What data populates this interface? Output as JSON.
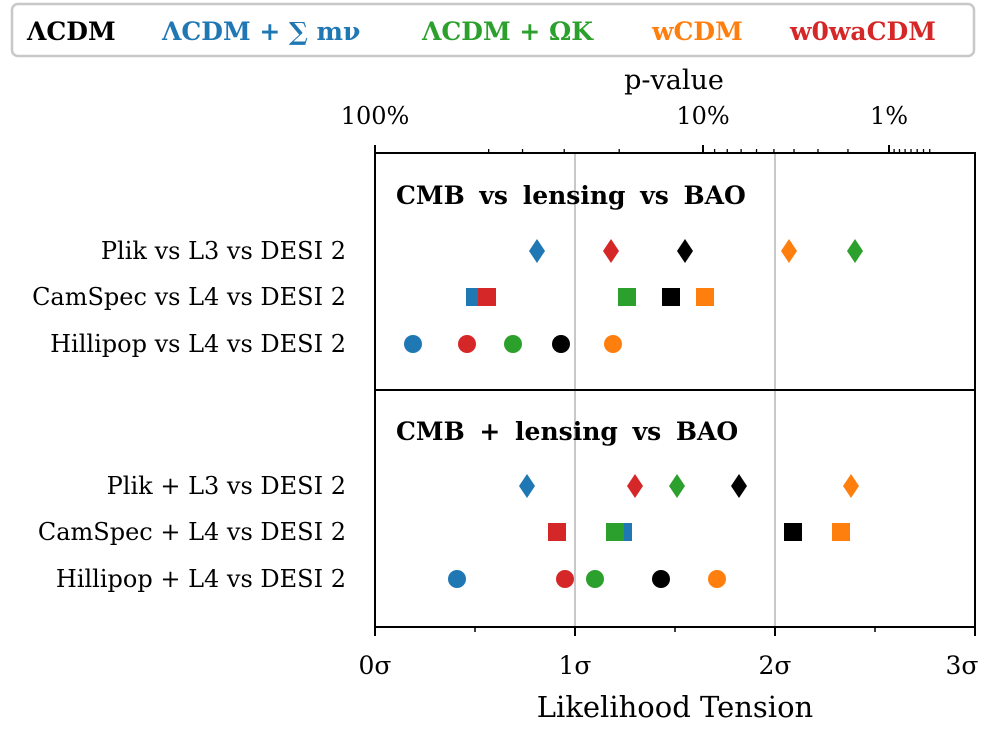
{
  "chart_data": {
    "type": "scatter",
    "title": "",
    "legend": {
      "placement": "top",
      "entries": [
        {
          "name": "ΛCDM",
          "color": "#000000"
        },
        {
          "name": "ΛCDM + ∑ mν",
          "color": "#1f77b4"
        },
        {
          "name": "ΛCDM + ΩK",
          "color": "#2ca02c"
        },
        {
          "name": "wCDM",
          "color": "#ff7f0e"
        },
        {
          "name": "w0waCDM",
          "color": "#d62728"
        }
      ]
    },
    "xlabel": "Likelihood Tension",
    "xlim": [
      0,
      3
    ],
    "x_unit": "σ",
    "xticks": [
      "0σ",
      "1σ",
      "2σ",
      "3σ"
    ],
    "vlines": [
      1,
      2
    ],
    "top_axis": {
      "label": "p-value",
      "scale": "log",
      "ticks": [
        "100%",
        "10%",
        "1%"
      ]
    },
    "panels": [
      {
        "title": "CMB vs lensing vs BAO",
        "rows": [
          {
            "label": "Plik vs L3 vs DESI 2",
            "marker": "diamond",
            "points": {
              "ΛCDM": 1.55,
              "ΛCDM + ∑ mν": 0.81,
              "ΛCDM + ΩK": 2.4,
              "wCDM": 2.07,
              "w0waCDM": 1.18
            }
          },
          {
            "label": "CamSpec vs L4 vs DESI 2",
            "marker": "square",
            "points": {
              "ΛCDM": 1.48,
              "ΛCDM + ∑ mν": 0.5,
              "ΛCDM + ΩK": 1.26,
              "wCDM": 1.65,
              "w0waCDM": 0.56
            }
          },
          {
            "label": "Hillipop vs L4 vs DESI 2",
            "marker": "circle",
            "points": {
              "ΛCDM": 0.93,
              "ΛCDM + ∑ mν": 0.19,
              "ΛCDM + ΩK": 0.69,
              "wCDM": 1.19,
              "w0waCDM": 0.46
            }
          }
        ]
      },
      {
        "title": "CMB + lensing vs BAO",
        "rows": [
          {
            "label": "Plik + L3 vs DESI 2",
            "marker": "diamond",
            "points": {
              "ΛCDM": 1.82,
              "ΛCDM + ∑ mν": 0.76,
              "ΛCDM + ΩK": 1.51,
              "wCDM": 2.38,
              "w0waCDM": 1.3
            }
          },
          {
            "label": "CamSpec + L4 vs DESI 2",
            "marker": "square",
            "points": {
              "ΛCDM": 2.09,
              "ΛCDM + ∑ mν": 1.24,
              "ΛCDM + ΩK": 1.2,
              "wCDM": 2.33,
              "w0waCDM": 0.91
            }
          },
          {
            "label": "Hillipop + L4 vs DESI 2",
            "marker": "circle",
            "points": {
              "ΛCDM": 1.43,
              "ΛCDM + ∑ mν": 0.41,
              "ΛCDM + ΩK": 1.1,
              "wCDM": 1.71,
              "w0waCDM": 0.95
            }
          }
        ]
      }
    ]
  }
}
